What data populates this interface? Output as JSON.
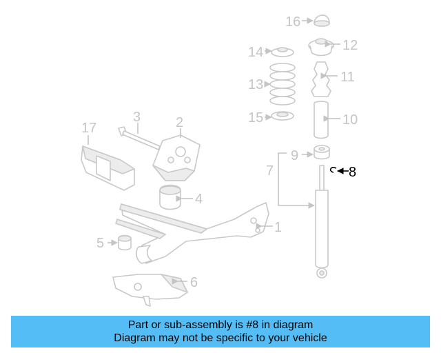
{
  "diagram": {
    "highlight_color": "#000000",
    "faded_color": "#c4c4c4",
    "callouts": {
      "c1": "1",
      "c2": "2",
      "c3": "3",
      "c4": "4",
      "c5": "5",
      "c6": "6",
      "c7": "7",
      "c8": "8",
      "c9": "9",
      "c10": "10",
      "c11": "11",
      "c12": "12",
      "c13": "13",
      "c14": "14",
      "c15": "15",
      "c16": "16",
      "c17": "17"
    },
    "highlighted_part": "8"
  },
  "banner": {
    "line1": "Part or sub-assembly is #8 in diagram",
    "line2": "Diagram may not be specific to your vehicle",
    "background": "#55bdf5"
  }
}
